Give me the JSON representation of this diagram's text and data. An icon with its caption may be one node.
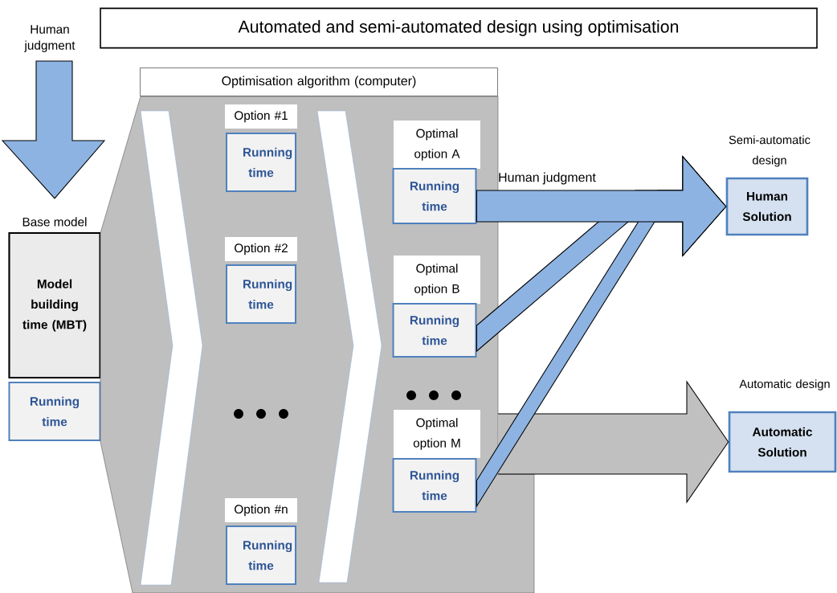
{
  "diagram": {
    "title": "Automated and semi-automated design using optimisation",
    "nodes": [
      {
        "text": [
          "Human judgment"
        ]
      },
      {
        "text": [
          "Base model",
          "Model building time (MBT)"
        ]
      },
      {
        "text": [
          "Running time"
        ]
      },
      {
        "text": [
          "Optimisation algorithm (computer)"
        ]
      },
      {
        "text": [
          "Option #1"
        ],
        "in": 3
      },
      {
        "text": [
          "Running time"
        ],
        "in": 3
      },
      {
        "text": [
          "Option #2"
        ],
        "in": 3
      },
      {
        "text": [
          "Running time"
        ],
        "in": 3
      },
      {
        "text": [
          "Option #n"
        ],
        "in": 3
      },
      {
        "text": [
          "Running time"
        ],
        "in": 3
      },
      {
        "text": [
          "Optimal option  A"
        ],
        "in": 3
      },
      {
        "text": [
          "Running time"
        ],
        "in": 3
      },
      {
        "text": [
          "Optimal option  B"
        ],
        "in": 3
      },
      {
        "text": [
          "Running time"
        ],
        "in": 3
      },
      {
        "text": [
          "Optimal option M"
        ],
        "in": 3
      },
      {
        "text": [
          "Running time"
        ],
        "in": 3
      },
      {
        "text": [
          "Human Solution"
        ],
        "beside": [
          "Semi-automatic design"
        ]
      },
      {
        "text": [
          "Automatic Solution"
        ],
        "beside": [
          "Automatic design"
        ]
      }
    ],
    "edges": [
      {
        "from": 0,
        "to": 1,
        "arrow": "to"
      },
      {
        "from": 13,
        "to": 16,
        "arrow": "to"
      },
      {
        "from": 15,
        "to": 16,
        "arrow": "to"
      },
      {
        "from": 11,
        "to": 16,
        "arrow": "to",
        "label": "Human judgment"
      },
      {
        "from": 3,
        "to": 17,
        "arrow": "to",
        "color": "#c0c0c0"
      }
    ]
  }
}
